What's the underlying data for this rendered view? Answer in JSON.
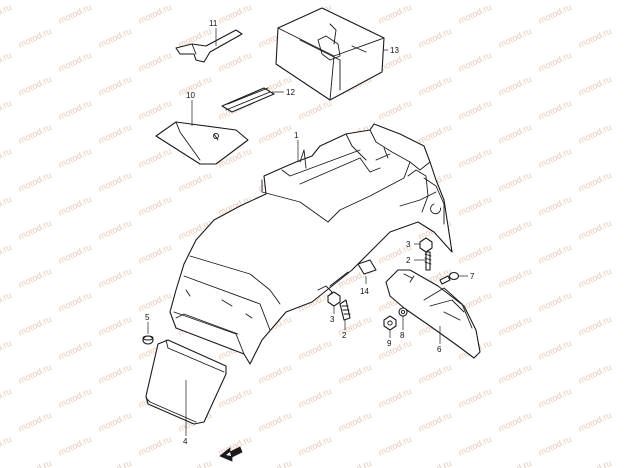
{
  "diagram": {
    "watermark_text": "motod.ru",
    "watermark_color": "#e9c9b8",
    "line_color": "#1a1a1a",
    "labels": {
      "p1": "1",
      "p2a": "2",
      "p2b": "2",
      "p3a": "3",
      "p3b": "3",
      "p4": "4",
      "p5": "5",
      "p6": "6",
      "p7": "7",
      "p8": "8",
      "p9": "9",
      "p10": "10",
      "p11": "11",
      "p12": "12",
      "p13": "13",
      "p14": "14"
    },
    "icons": [
      "front-direction-arrow-icon"
    ]
  }
}
